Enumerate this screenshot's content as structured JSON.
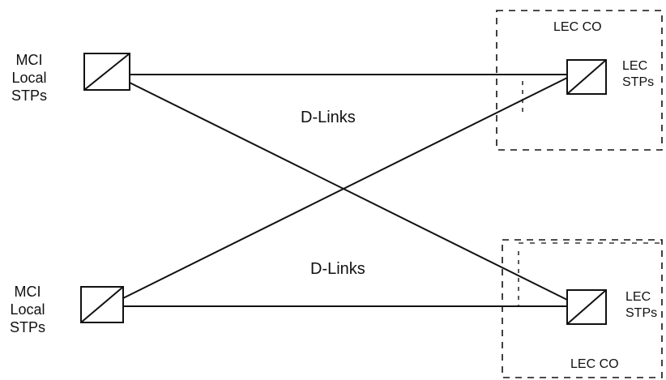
{
  "diagram": {
    "nodes": {
      "mci_top": "MCI\nLocal\nSTPs",
      "mci_bottom": "MCI\nLocal\nSTPs",
      "lec_top": "LEC\nSTPs",
      "lec_bottom": "LEC\nSTPs"
    },
    "regions": {
      "lec_co_top": "LEC CO",
      "lec_co_bottom": "LEC CO"
    },
    "links": {
      "top_label": "D-Links",
      "bottom_label": "D-Links"
    }
  },
  "colors": {
    "line": "#111111",
    "background": "#ffffff"
  }
}
